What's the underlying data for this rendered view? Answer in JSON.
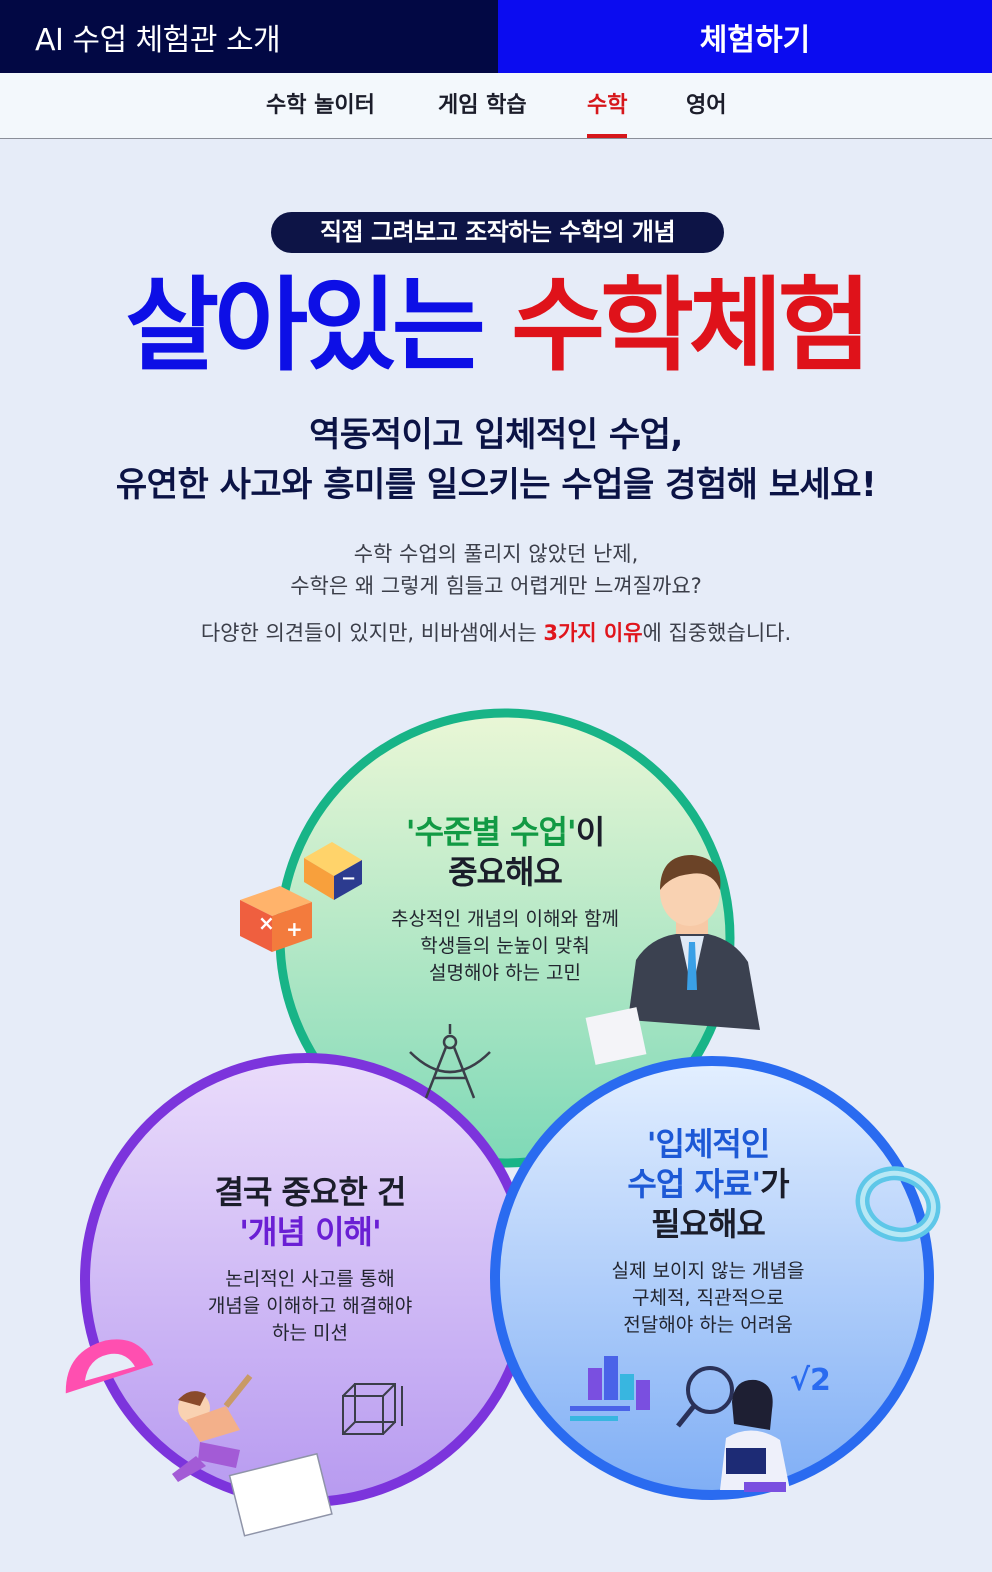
{
  "header": {
    "title": "AI 수업 체험관 소개",
    "cta_label": "체험하기"
  },
  "nav": {
    "tabs": [
      {
        "label": "수학 놀이터",
        "active": false
      },
      {
        "label": "게임 학습",
        "active": false
      },
      {
        "label": "수학",
        "active": true
      },
      {
        "label": "영어",
        "active": false
      }
    ]
  },
  "hero": {
    "pill": "직접 그려보고 조작하는 수학의 개념",
    "title_blue": "살아있는",
    "title_red": "수학체험",
    "subtitle_line1": "역동적이고 입체적인 수업,",
    "subtitle_line2": "유연한 사고와 흥미를 일으키는 수업을 경험해 보세요!",
    "desc_line1": "수학 수업의 풀리지 않았던 난제,",
    "desc_line2": "수학은 왜 그렇게 힘들고 어렵게만 느껴질까요?",
    "desc3_before": "다양한 의견들이 있지만, 비바샘에서는 ",
    "desc3_highlight": "3가지 이유",
    "desc3_after": "에 집중했습니다."
  },
  "reasons": {
    "green": {
      "title_highlight": "'수준별 수업'",
      "title_rest1": "이",
      "title_line2": "중요해요",
      "body": [
        "추상적인 개념의 이해와 함께",
        "학생들의 눈높이 맞춰",
        "설명해야 하는 고민"
      ]
    },
    "purple": {
      "title_line1": "결국 중요한 건",
      "title_highlight": "'개념 이해'",
      "body": [
        "논리적인 사고를 통해",
        "개념을 이해하고 해결해야",
        "하는 미션"
      ]
    },
    "blue": {
      "title_highlight1": "'입체적인",
      "title_highlight2": "수업 자료'",
      "title_rest": "가",
      "title_line3": "필요해요",
      "body": [
        "실제 보이지 않는 개념을",
        "구체적, 직관적으로",
        "전달해야 하는 어려움"
      ]
    }
  },
  "colors": {
    "header_navy": "#020844",
    "cta_blue": "#0b0cf0",
    "accent_red": "#df121a",
    "hero_blue": "#0d0fe6"
  }
}
